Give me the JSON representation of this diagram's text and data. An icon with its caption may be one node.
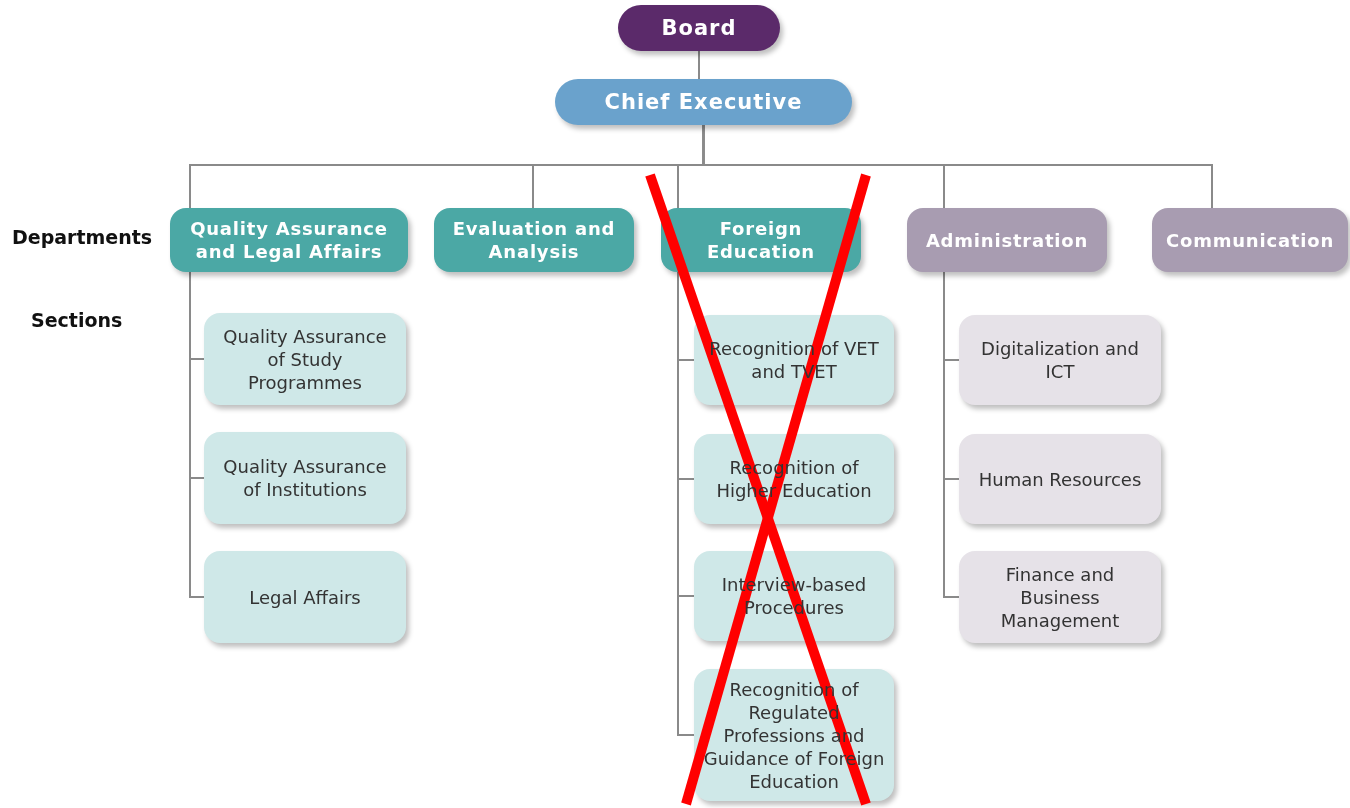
{
  "diagram": {
    "nodes": [
      {
        "text": [
          "Board"
        ]
      },
      {
        "text": [
          "Chief Executive"
        ]
      },
      {
        "text": [
          "Quality Assurance and Legal Affairs"
        ]
      },
      {
        "text": [
          "Evaluation and Analysis"
        ]
      },
      {
        "text": [
          "Foreign Education"
        ]
      },
      {
        "text": [
          "Administration"
        ]
      },
      {
        "text": [
          "Communication"
        ]
      },
      {
        "text": [
          "Quality Assurance of Study Programmes"
        ]
      },
      {
        "text": [
          "Quality Assurance of Institutions"
        ]
      },
      {
        "text": [
          "Legal Affairs"
        ]
      },
      {
        "text": [
          "Recognition of VET and TVET"
        ]
      },
      {
        "text": [
          "Recognition of Higher Education"
        ]
      },
      {
        "text": [
          "Interview-based Procedures"
        ]
      },
      {
        "text": [
          "Recognition of Regulated Professions and Guidance of Foreign Education"
        ]
      },
      {
        "text": [
          "Digitalization and ICT"
        ]
      },
      {
        "text": [
          "Human Resources"
        ]
      },
      {
        "text": [
          "Finance and Business Management"
        ]
      }
    ],
    "edges": [
      {
        "from": 0,
        "to": 1,
        "arrow": "none"
      },
      {
        "from": 1,
        "to": 2,
        "arrow": "none"
      },
      {
        "from": 1,
        "to": 3,
        "arrow": "none"
      },
      {
        "from": 1,
        "to": 4,
        "arrow": "none"
      },
      {
        "from": 1,
        "to": 5,
        "arrow": "none"
      },
      {
        "from": 1,
        "to": 6,
        "arrow": "none"
      },
      {
        "from": 2,
        "to": 7,
        "arrow": "none"
      },
      {
        "from": 2,
        "to": 8,
        "arrow": "none"
      },
      {
        "from": 2,
        "to": 9,
        "arrow": "none"
      },
      {
        "from": 4,
        "to": 10,
        "arrow": "none"
      },
      {
        "from": 4,
        "to": 11,
        "arrow": "none"
      },
      {
        "from": 4,
        "to": 12,
        "arrow": "none"
      },
      {
        "from": 4,
        "to": 13,
        "arrow": "none"
      },
      {
        "from": 5,
        "to": 14,
        "arrow": "none"
      },
      {
        "from": 5,
        "to": 15,
        "arrow": "none"
      },
      {
        "from": 5,
        "to": 16,
        "arrow": "none"
      }
    ],
    "labels": [
      "Departments",
      "Sections"
    ]
  }
}
